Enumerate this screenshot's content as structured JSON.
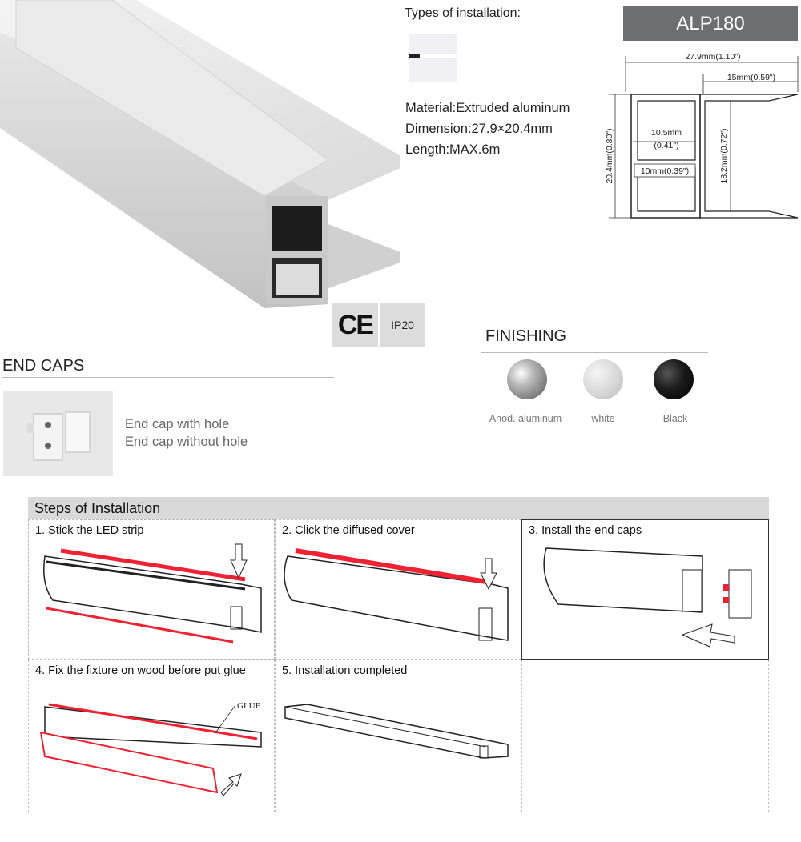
{
  "header": {
    "types_title": "Types of installation:",
    "model": "ALP180"
  },
  "specs": {
    "material": "Material:Extruded aluminum",
    "dimension": "Dimension:27.9×20.4mm",
    "length": "Length:MAX.6m"
  },
  "drawing": {
    "width_total": "27.9mm(1.10\")",
    "width_flange": "15mm(0.59\")",
    "inner_width": "10.5mm",
    "inner_width_in": "(0.41\")",
    "lower_width": "10mm(0.39\")",
    "height_total": "20.4mm(0.80\")",
    "height_inner": "18.2mm(0.72\")"
  },
  "certifications": {
    "ce": "CE",
    "ip": "IP20"
  },
  "end_caps": {
    "title": "END CAPS",
    "item1": "End cap with hole",
    "item2": "End cap without hole"
  },
  "finishing": {
    "title": "FINISHING",
    "options": [
      {
        "label": "Anod. aluminum",
        "color": "#9a9a9a"
      },
      {
        "label": "white",
        "color": "#d8d8d8"
      },
      {
        "label": "Black",
        "color": "#1a1a1a"
      }
    ]
  },
  "steps": {
    "title": "Steps of Installation",
    "items": [
      {
        "label": "1.  Stick the LED strip"
      },
      {
        "label": "2.    Click the diffused cover"
      },
      {
        "label": "3.    Install the end caps"
      },
      {
        "label": "4. Fix the fixture on wood before put glue"
      },
      {
        "label": "5.    Installation completed"
      }
    ],
    "glue_label": "GLUE"
  }
}
